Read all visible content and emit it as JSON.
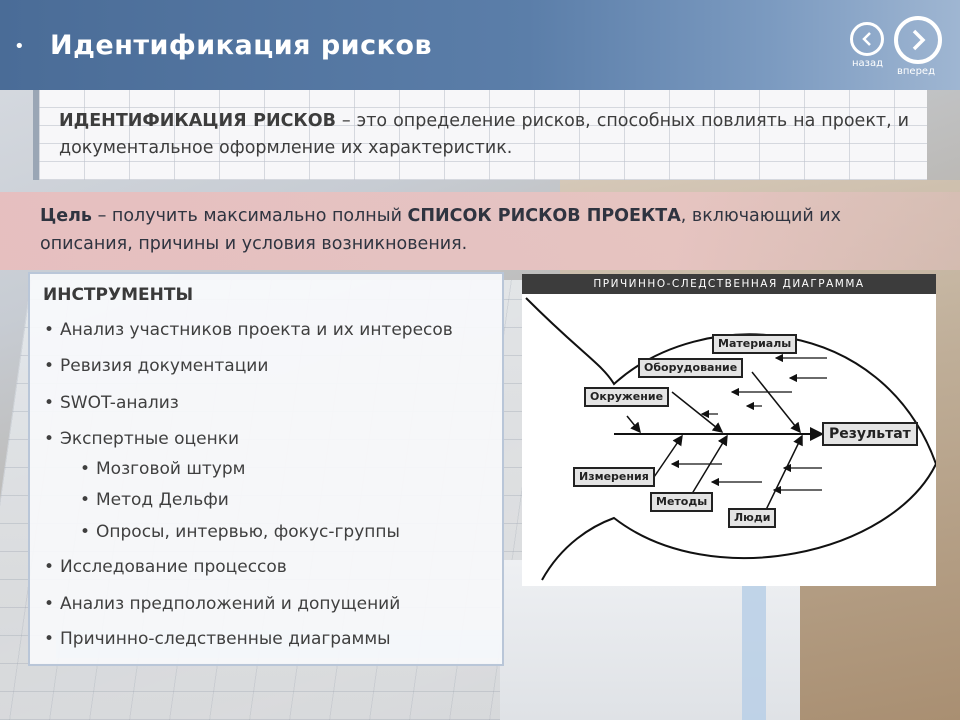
{
  "header": {
    "bullet": "•",
    "title": "Идентификация рисков",
    "nav_back": "назад",
    "nav_forward": "вперед"
  },
  "definition": {
    "term": "ИДЕНТИФИКАЦИЯ РИСКОВ",
    "text": " – это определение рисков, способных повлиять на проект, и документальное оформление их характеристик."
  },
  "goal": {
    "term": "Цель",
    "text_before": " – получить максимально полный ",
    "emphasis": "СПИСОК РИСКОВ ПРОЕКТА",
    "text_after": ", включающий их описания, причины и условия возникновения."
  },
  "tools": {
    "heading": "ИНСТРУМЕНТЫ",
    "items": [
      "Анализ участников проекта и их интересов",
      "Ревизия документации",
      "SWOT-анализ",
      "Экспертные оценки"
    ],
    "subitems": [
      "Мозговой штурм",
      "Метод Дельфи",
      "Опросы, интервью, фокус-группы"
    ],
    "items_after": [
      "Исследование процессов",
      "Анализ предположений и допущений",
      "Причинно-следственные диаграммы"
    ]
  },
  "diagram": {
    "title": "ПРИЧИННО-СЛЕДСТВЕННАЯ ДИАГРАММА",
    "labels": {
      "materials": "Материалы",
      "equipment": "Оборудование",
      "environment": "Окружение",
      "result": "Результат",
      "measurement": "Измерения",
      "methods": "Методы",
      "people": "Люди"
    }
  },
  "colors": {
    "header": "#4a6c97",
    "goal_band": "#e7bebe",
    "tools_border": "#b9c6d8",
    "highlight": "#c6d7ec"
  }
}
